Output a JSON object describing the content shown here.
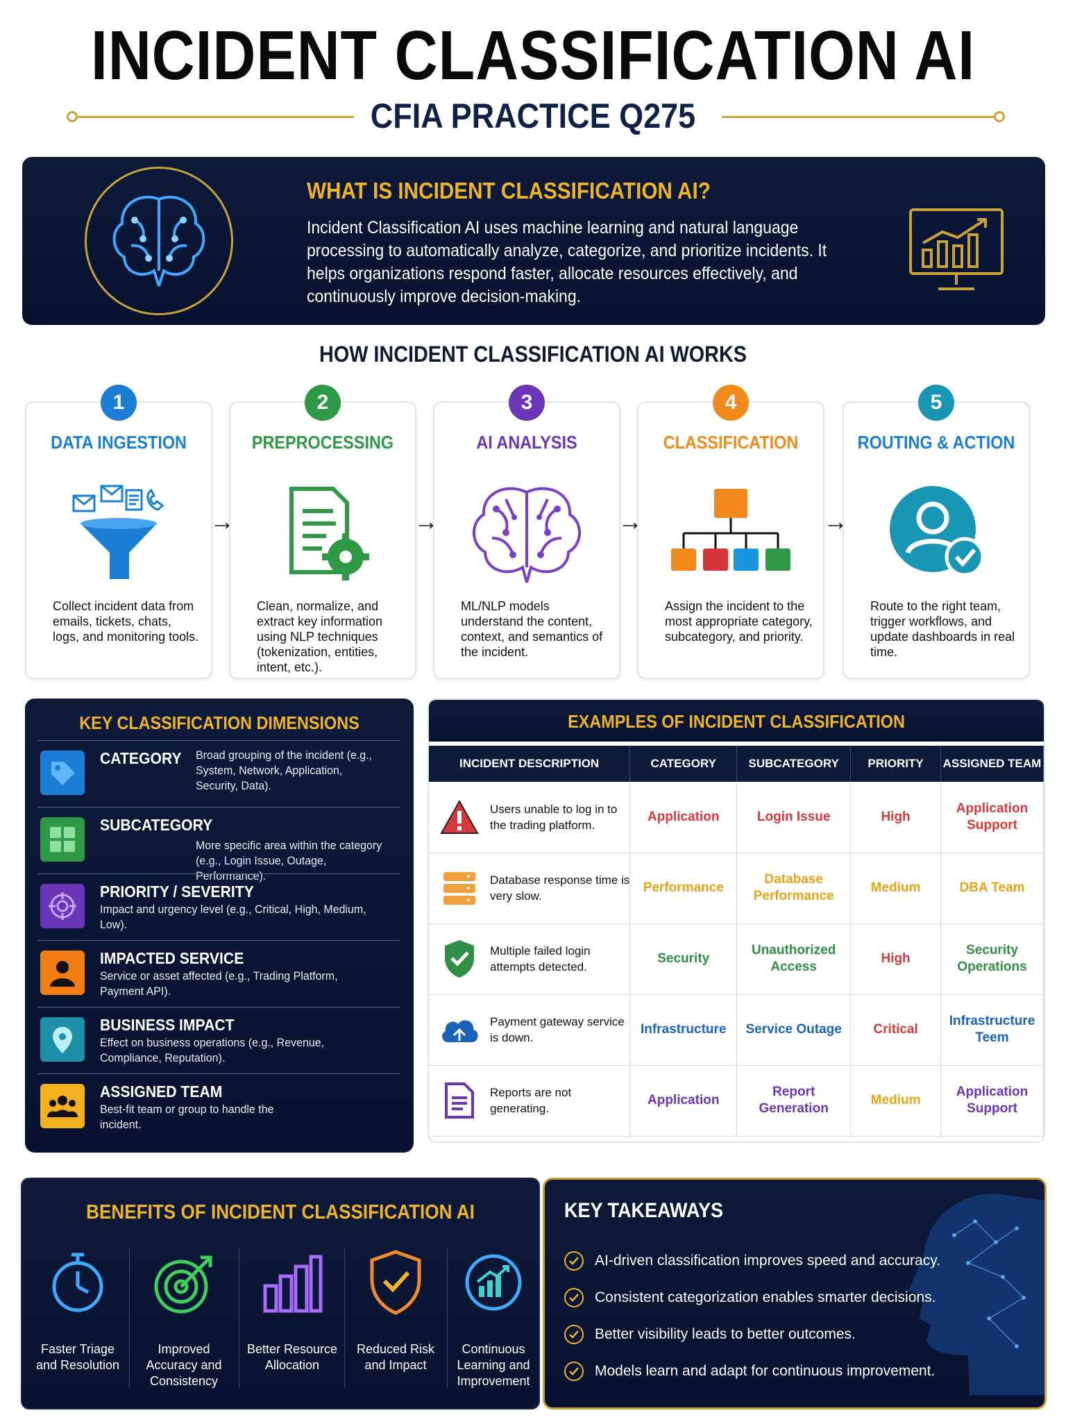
{
  "header": {
    "title": "INCIDENT CLASSIFICATION AI",
    "subtitle": "CFIA PRACTICE Q275"
  },
  "what_is": {
    "heading": "WHAT IS INCIDENT CLASSIFICATION AI?",
    "body": "Incident Classification AI uses machine learning and natural language processing to automatically analyze, categorize, and prioritize incidents. It helps organizations respond faster, allocate resources effectively, and continuously improve decision-making."
  },
  "how": {
    "heading": "HOW INCIDENT CLASSIFICATION AI WORKS",
    "steps": [
      {
        "num": "1",
        "title": "DATA INGESTION",
        "text": "Collect incident data from emails, tickets, chats, logs, and monitoring tools.",
        "color": "#1a7fd4",
        "icon": "funnel-icon"
      },
      {
        "num": "2",
        "title": "PREPROCESSING",
        "text": "Clean, normalize, and extract key information using NLP techniques (tokenization, entities, intent, etc.).",
        "color": "#2e9a45",
        "icon": "document-gear-icon"
      },
      {
        "num": "3",
        "title": "AI ANALYSIS",
        "text": "ML/NLP models understand the content, context, and semantics of the incident.",
        "color": "#6b35b8",
        "icon": "brain-icon"
      },
      {
        "num": "4",
        "title": "CLASSIFICATION",
        "text": "Assign the incident to the most appropriate category, subcategory, and priority.",
        "color": "#f28a1b",
        "icon": "hierarchy-icon"
      },
      {
        "num": "5",
        "title": "ROUTING & ACTION",
        "text": "Route to the right team, trigger workflows, and update dashboards in real time.",
        "color": "#1a96b5",
        "icon": "user-check-icon"
      }
    ]
  },
  "dimensions": {
    "heading": "KEY CLASSIFICATION DIMENSIONS",
    "items": [
      {
        "name": "CATEGORY",
        "desc": "Broad grouping of the incident (e.g., System, Network, Application, Security, Data).",
        "icon": "tag-icon",
        "color": "#1a7fd4"
      },
      {
        "name": "SUBCATEGORY",
        "desc": "More specific area within the category (e.g., Login Issue, Outage, Performance).",
        "icon": "grid-icon",
        "color": "#2e9a45"
      },
      {
        "name": "PRIORITY / SEVERITY",
        "desc": "Impact and urgency level (e.g., Critical, High, Medium, Low).",
        "icon": "target-icon",
        "color": "#6b35b8"
      },
      {
        "name": "IMPACTED SERVICE",
        "desc": "Service or asset affected (e.g., Trading Platform, Payment API).",
        "icon": "person-icon",
        "color": "#f07c12"
      },
      {
        "name": "BUSINESS IMPACT",
        "desc": "Effect on business operations (e.g., Revenue, Compliance, Reputation).",
        "icon": "location-pin-icon",
        "color": "#1d8fa8"
      },
      {
        "name": "ASSIGNED TEAM",
        "desc": "Best-fit team or group to handle the incident.",
        "icon": "team-icon",
        "color": "#f2b01e"
      }
    ]
  },
  "examples": {
    "heading": "EXAMPLES OF INCIDENT CLASSIFICATION",
    "columns": [
      "INCIDENT DESCRIPTION",
      "CATEGORY",
      "SUBCATEGORY",
      "PRIORITY",
      "ASSIGNED TEAM"
    ],
    "rows": [
      {
        "desc": "Users unable to log in to the trading platform.",
        "category": "Application",
        "subcategory": "Login Issue",
        "priority": "High",
        "team": "Application Support",
        "icon": "warning-icon",
        "color": "#d63a3a"
      },
      {
        "desc": "Database response time is very slow.",
        "category": "Performance",
        "subcategory": "Database Performance",
        "priority": "Medium",
        "team": "DBA Team",
        "icon": "database-icon",
        "color": "#f2a03d"
      },
      {
        "desc": "Multiple failed login attempts detected.",
        "category": "Security",
        "subcategory": "Unauthorized Access",
        "priority": "High",
        "team": "Security Operations",
        "icon": "shield-check-icon",
        "color": "#2e8f45"
      },
      {
        "desc": "Payment gateway service is down.",
        "category": "Infrastructure",
        "subcategory": "Service Outage",
        "priority": "Critical",
        "team": "Infrastructure Teem",
        "icon": "cloud-icon",
        "color": "#1a63b8"
      },
      {
        "desc": "Reports are not generating.",
        "category": "Application",
        "subcategory": "Report Generation",
        "priority": "Medium",
        "team": "Application Support",
        "icon": "report-icon",
        "color": "#6b35b8"
      }
    ],
    "priority_colors": {
      "High": "#d63a3a",
      "Medium": "#e8a317",
      "Critical": "#d63a3a"
    }
  },
  "benefits": {
    "heading": "BENEFITS OF INCIDENT CLASSIFICATION AI",
    "items": [
      {
        "label": "Faster Triage and Resolution",
        "icon": "stopwatch-icon"
      },
      {
        "label": "Improved Accuracy and Consistency",
        "icon": "target-arrow-icon"
      },
      {
        "label": "Better Resource Allocation",
        "icon": "bar-chart-icon"
      },
      {
        "label": "Reduced Risk and Impact",
        "icon": "shield-icon"
      },
      {
        "label": "Continuous Learning and Improvement",
        "icon": "growth-chart-icon"
      }
    ]
  },
  "takeaways": {
    "heading": "KEY TAKEAWAYS",
    "items": [
      "AI-driven classification improves speed and accuracy.",
      "Consistent categorization enables smarter decisions.",
      "Better visibility leads to better outcomes.",
      "Models learn and adapt for continuous improvement."
    ]
  },
  "colors": {
    "gold": "#f0b429",
    "navy": "#0d1a3a"
  }
}
